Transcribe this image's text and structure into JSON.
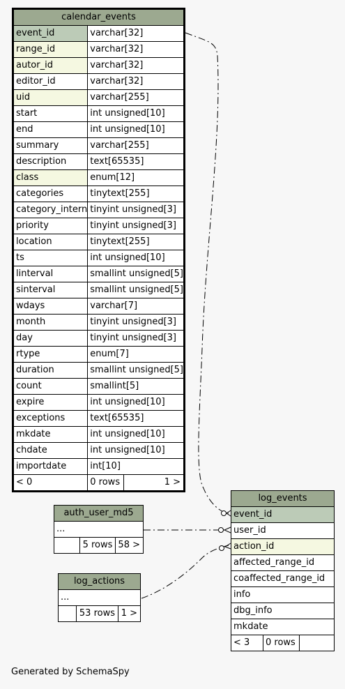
{
  "tables": {
    "calendar_events": {
      "name": "calendar_events",
      "columns": [
        {
          "name": "event_id",
          "type": "varchar[32]",
          "kind": "pk"
        },
        {
          "name": "range_id",
          "type": "varchar[32]",
          "kind": "fk"
        },
        {
          "name": "autor_id",
          "type": "varchar[32]",
          "kind": "fk"
        },
        {
          "name": "editor_id",
          "type": "varchar[32]",
          "kind": ""
        },
        {
          "name": "uid",
          "type": "varchar[255]",
          "kind": "fk"
        },
        {
          "name": "start",
          "type": "int unsigned[10]",
          "kind": ""
        },
        {
          "name": "end",
          "type": "int unsigned[10]",
          "kind": ""
        },
        {
          "name": "summary",
          "type": "varchar[255]",
          "kind": ""
        },
        {
          "name": "description",
          "type": "text[65535]",
          "kind": ""
        },
        {
          "name": "class",
          "type": "enum[12]",
          "kind": "fk"
        },
        {
          "name": "categories",
          "type": "tinytext[255]",
          "kind": ""
        },
        {
          "name": "category_intern",
          "type": "tinyint unsigned[3]",
          "kind": ""
        },
        {
          "name": "priority",
          "type": "tinyint unsigned[3]",
          "kind": ""
        },
        {
          "name": "location",
          "type": "tinytext[255]",
          "kind": ""
        },
        {
          "name": "ts",
          "type": "int unsigned[10]",
          "kind": ""
        },
        {
          "name": "linterval",
          "type": "smallint unsigned[5]",
          "kind": ""
        },
        {
          "name": "sinterval",
          "type": "smallint unsigned[5]",
          "kind": ""
        },
        {
          "name": "wdays",
          "type": "varchar[7]",
          "kind": ""
        },
        {
          "name": "month",
          "type": "tinyint unsigned[3]",
          "kind": ""
        },
        {
          "name": "day",
          "type": "tinyint unsigned[3]",
          "kind": ""
        },
        {
          "name": "rtype",
          "type": "enum[7]",
          "kind": ""
        },
        {
          "name": "duration",
          "type": "smallint unsigned[5]",
          "kind": ""
        },
        {
          "name": "count",
          "type": "smallint[5]",
          "kind": ""
        },
        {
          "name": "expire",
          "type": "int unsigned[10]",
          "kind": ""
        },
        {
          "name": "exceptions",
          "type": "text[65535]",
          "kind": ""
        },
        {
          "name": "mkdate",
          "type": "int unsigned[10]",
          "kind": ""
        },
        {
          "name": "chdate",
          "type": "int unsigned[10]",
          "kind": ""
        },
        {
          "name": "importdate",
          "type": "int[10]",
          "kind": ""
        }
      ],
      "footer": {
        "parents": "< 0",
        "rows": "0 rows",
        "children": "1 >"
      }
    },
    "log_events": {
      "name": "log_events",
      "columns": [
        {
          "name": "event_id",
          "kind": "pk"
        },
        {
          "name": "user_id",
          "kind": ""
        },
        {
          "name": "action_id",
          "kind": "fk"
        },
        {
          "name": "affected_range_id",
          "kind": ""
        },
        {
          "name": "coaffected_range_id",
          "kind": ""
        },
        {
          "name": "info",
          "kind": ""
        },
        {
          "name": "dbg_info",
          "kind": ""
        },
        {
          "name": "mkdate",
          "kind": ""
        }
      ],
      "footer": {
        "parents": "< 3",
        "rows": "0 rows",
        "children": ""
      }
    },
    "auth_user_md5": {
      "name": "auth_user_md5",
      "ellipsis": "...",
      "footer": {
        "parents": "",
        "rows": "5 rows",
        "children": "58 >"
      }
    },
    "log_actions": {
      "name": "log_actions",
      "ellipsis": "...",
      "footer": {
        "parents": "",
        "rows": "53 rows",
        "children": "1 >"
      }
    }
  },
  "footer_text": "Generated by SchemaSpy"
}
